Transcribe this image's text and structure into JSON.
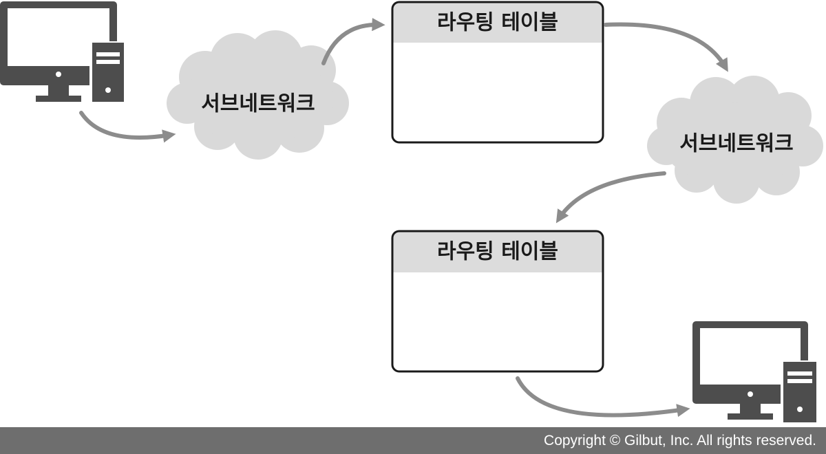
{
  "diagram": {
    "clouds": [
      {
        "label": "서브네트워크"
      },
      {
        "label": "서브네트워크"
      }
    ],
    "routing_tables": [
      {
        "title": "라우팅 테이블"
      },
      {
        "title": "라우팅 테이블"
      }
    ],
    "computers": [
      {
        "icon": "desktop-computer-icon",
        "role": "source"
      },
      {
        "icon": "desktop-computer-icon",
        "role": "destination"
      }
    ],
    "colors": {
      "cloud_fill": "#d9d9d9",
      "device": "#4d4d4d",
      "arrow": "#8c8c8c",
      "table_header": "#dcdcdc",
      "table_border": "#1a1a1a"
    }
  },
  "footer": {
    "copyright": "Copyright © Gilbut, Inc. All rights reserved."
  }
}
